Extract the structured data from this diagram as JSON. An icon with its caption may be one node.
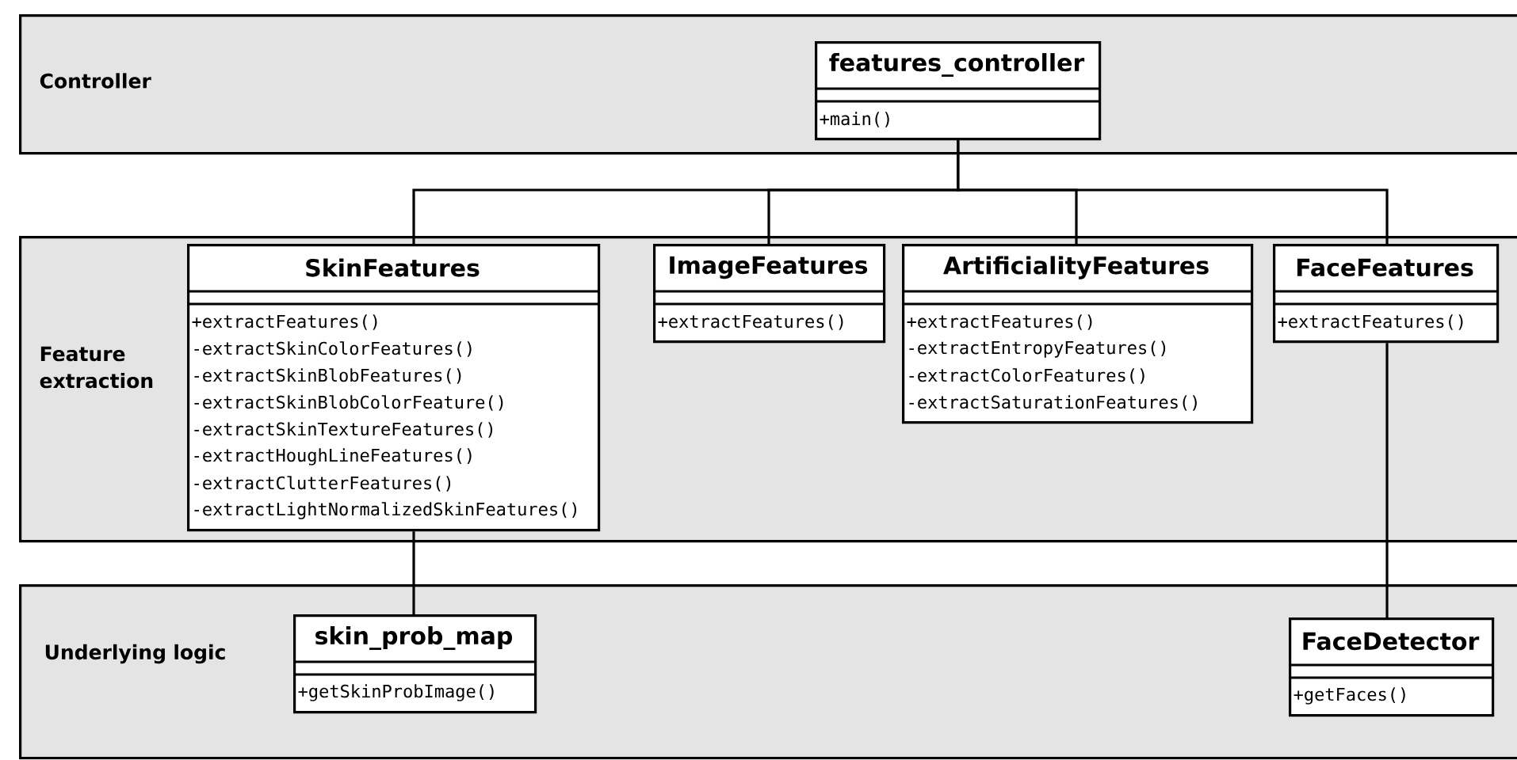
{
  "diagram": {
    "nodes": [
      {
        "text": [
          "Controller"
        ]
      },
      {
        "text": [
          "features_controller",
          "+main()"
        ],
        "in": 0
      },
      {
        "text": [
          "Feature extraction"
        ]
      },
      {
        "text": [
          "SkinFeatures",
          "+extractFeatures()",
          "-extractSkinColorFeatures()",
          "-extractSkinBlobFeatures()",
          "-extractSkinBlobColorFeature()",
          "-extractSkinTextureFeatures()",
          "-extractHoughLineFeatures()",
          "-extractClutterFeatures()",
          "-extractLightNormalizedSkinFeatures()"
        ],
        "in": 2
      },
      {
        "text": [
          "ImageFeatures",
          "+extractFeatures()"
        ],
        "in": 2
      },
      {
        "text": [
          "ArtificialityFeatures",
          "+extractFeatures()",
          "-extractEntropyFeatures()",
          "-extractColorFeatures()",
          "-extractSaturationFeatures()"
        ],
        "in": 2
      },
      {
        "text": [
          "FaceFeatures",
          "+extractFeatures()"
        ],
        "in": 2
      },
      {
        "text": [
          "Underlying logic"
        ]
      },
      {
        "text": [
          "skin_prob_map",
          "+getSkinProbImage()"
        ],
        "in": 7
      },
      {
        "text": [
          "FaceDetector",
          "+getFaces()"
        ],
        "in": 7
      }
    ],
    "edges": [
      {
        "from": 1,
        "to": 3,
        "arrow": "none"
      },
      {
        "from": 1,
        "to": 4,
        "arrow": "none"
      },
      {
        "from": 1,
        "to": 5,
        "arrow": "none"
      },
      {
        "from": 1,
        "to": 6,
        "arrow": "none"
      },
      {
        "from": 3,
        "to": 8,
        "arrow": "none"
      },
      {
        "from": 6,
        "to": 9,
        "arrow": "none"
      }
    ]
  }
}
